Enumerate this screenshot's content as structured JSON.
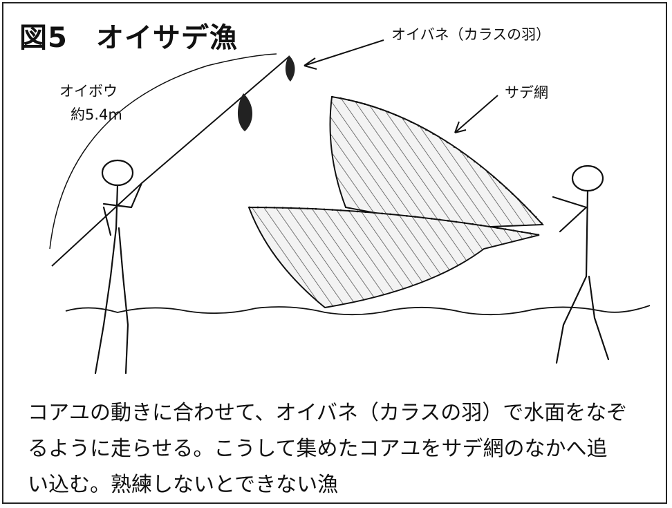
{
  "figure": {
    "title": "図5　オイサデ漁",
    "labels": {
      "oibane": "オイバネ（カラスの羽）",
      "oibou_name": "オイボウ",
      "oibou_length": "約5.4m",
      "sade_net": "サデ網"
    },
    "caption_lines": [
      "コアユの動きに合わせて、オイバネ（カラスの羽）で水面をなぞ",
      "るように走らせる。こうして集めたコアユをサデ網のなかへ追",
      "い込む。熟練しないとできない漁"
    ]
  },
  "colors": {
    "ink": "#111111",
    "hatch": "#555555",
    "net_fill": "#f0f0f0",
    "border": "#222222"
  }
}
